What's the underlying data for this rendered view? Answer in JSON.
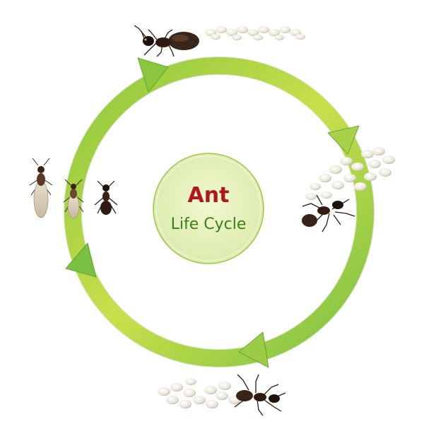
{
  "diagram": {
    "title": "Ant",
    "subtitle": "Life Cycle",
    "colors": {
      "title": "#b0161e",
      "subtitle": "#3f7d1a",
      "ring_light": "#d7e84a",
      "ring_dark": "#7cc043",
      "center_fill": "#e6f1b7",
      "center_stroke": "#8fbf3a"
    },
    "stages": [
      {
        "name": "egg-cluster-with-queen-ant",
        "icon": "queen-ant-icon"
      },
      {
        "name": "larvae-with-worker-ant",
        "icon": "worker-ant-icon"
      },
      {
        "name": "pupae-with-worker-ant",
        "icon": "worker-ant-icon"
      },
      {
        "name": "adult-ants",
        "icon": "ant-icon"
      }
    ]
  }
}
